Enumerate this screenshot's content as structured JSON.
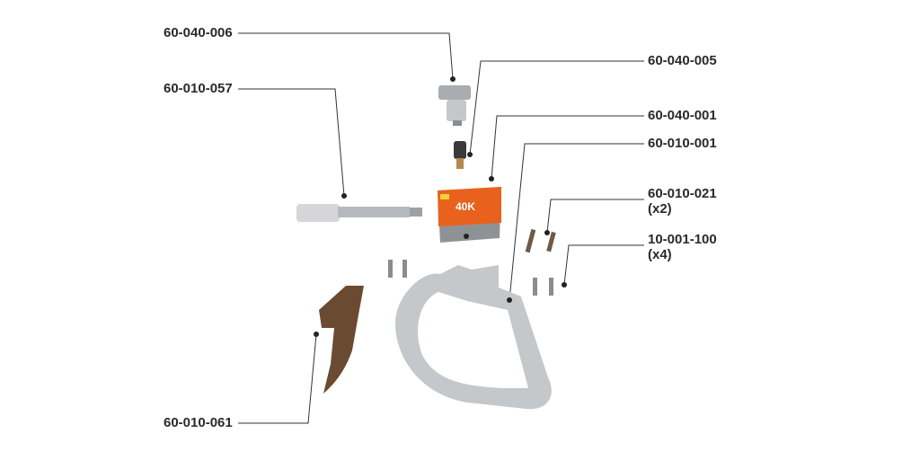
{
  "callouts": [
    {
      "part_number": "60-040-006",
      "qty": ""
    },
    {
      "part_number": "60-040-005",
      "qty": ""
    },
    {
      "part_number": "60-010-057",
      "qty": ""
    },
    {
      "part_number": "60-040-001",
      "qty": ""
    },
    {
      "part_number": "60-010-001",
      "qty": ""
    },
    {
      "part_number": "60-010-021",
      "qty": "(x2)"
    },
    {
      "part_number": "10-001-100",
      "qty": "(x4)"
    },
    {
      "part_number": "60-010-061",
      "qty": ""
    }
  ],
  "gauge_box": {
    "model_text": "40K"
  },
  "colors": {
    "line": "#333333",
    "box_orange": "#e8621e",
    "aluminum": "#c9ccce",
    "rust": "#6b4a32"
  }
}
